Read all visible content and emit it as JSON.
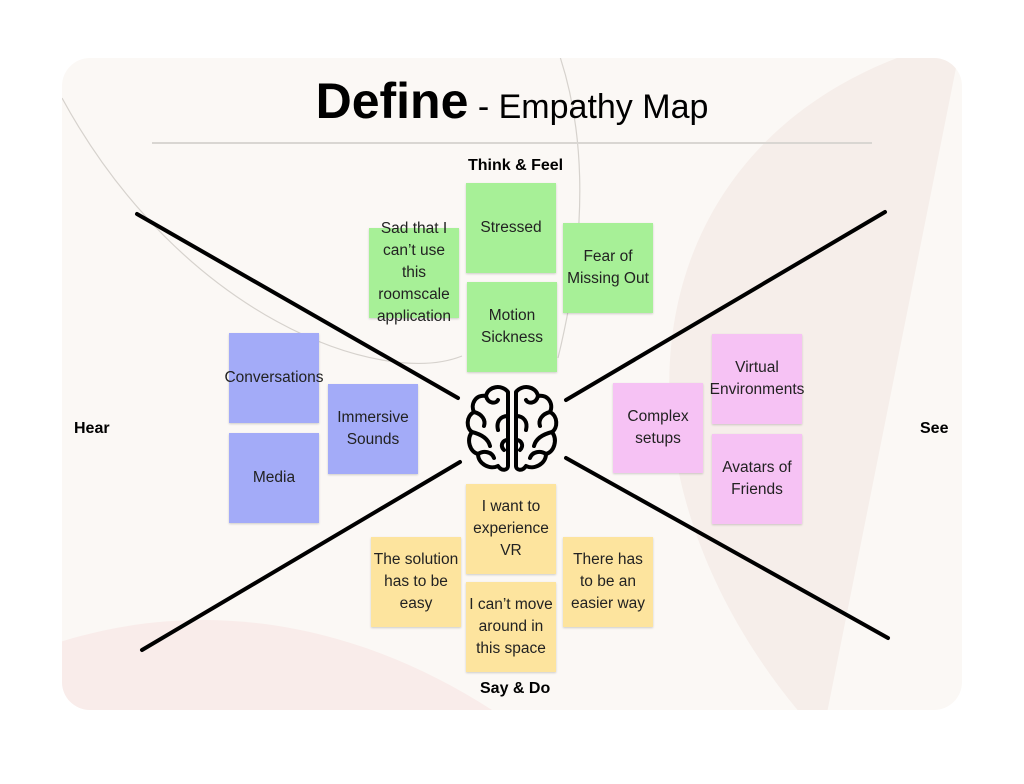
{
  "title": {
    "main": "Define",
    "sub": " - Empathy Map"
  },
  "quadrants": {
    "top": "Think & Feel",
    "left": "Hear",
    "right": "See",
    "bottom": "Say & Do"
  },
  "center_icon": "brain-icon",
  "colors": {
    "think_feel": "#a7f097",
    "hear": "#a3abf8",
    "see": "#f6c2f4",
    "say_do": "#fde49e"
  },
  "notes": {
    "think_feel": [
      "Stressed",
      "Sad that I can’t use this roomscale application",
      "Fear of Missing Out",
      "Motion Sickness"
    ],
    "hear": [
      "Conversations",
      "Immersive Sounds",
      "Media"
    ],
    "see": [
      "Virtual Environments",
      "Complex setups",
      "Avatars of Friends"
    ],
    "say_do": [
      "I want to experience VR",
      "The solution has to be easy",
      "There has to be an easier way",
      "I can’t move around in this space"
    ]
  }
}
